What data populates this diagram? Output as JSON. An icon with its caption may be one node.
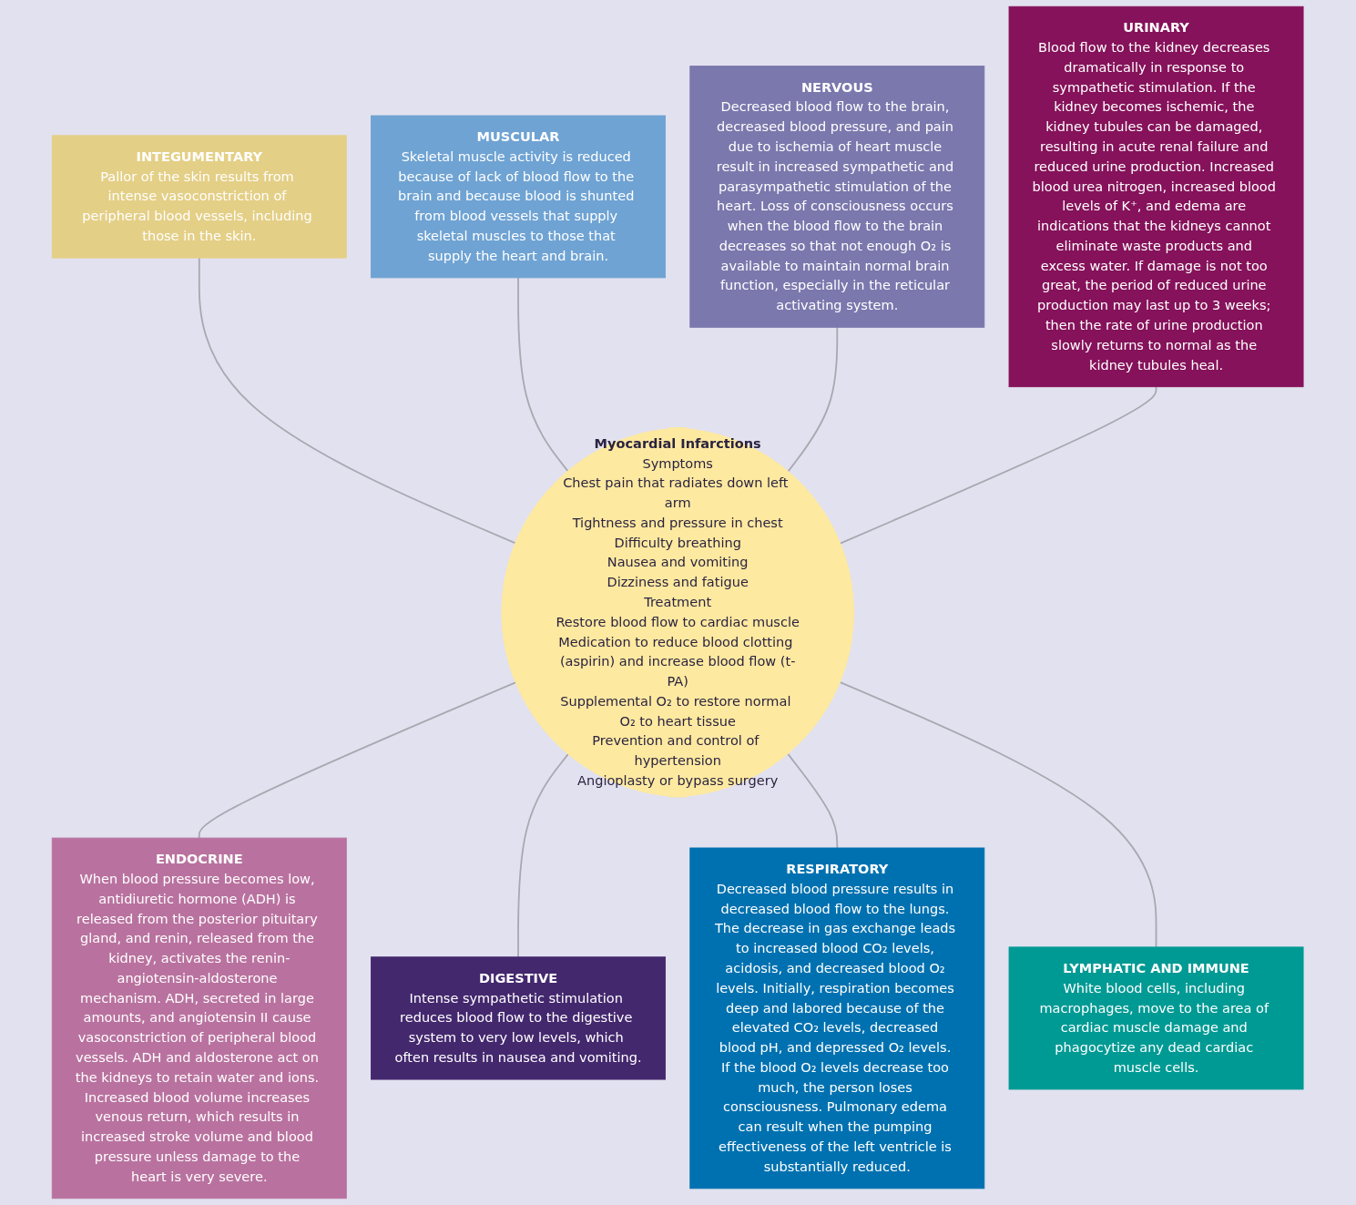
{
  "diagram": {
    "nodes": [
      {
        "text": [
          "MUSCULAR",
          "Skeletal muscle activity is reduced because of lack of blood flow to the brain and because blood is shunted from blood vessels that supply skeletal muscles to those that supply the heart and brain."
        ]
      },
      {
        "text": [
          "INTEGUMENTARY",
          "Pallor of the skin results from intense vasoconstriction of peripheral blood vessels, including those in the skin."
        ]
      },
      {
        "text": [
          "NERVOUS",
          "Decreased blood flow to the brain, decreased blood pressure, and pain due to ischemia of heart muscle result in increased sympathetic and parasympathetic stimulation of the heart. Loss of consciousness occurs when the blood flow to the brain decreases so that not enough O₂ is available to maintain normal brain function, especially in the reticular activating system."
        ]
      },
      {
        "text": [
          "URINARY",
          "Blood flow to the kidney decreases dramatically in response to sympathetic stimulation. If the kidney becomes ischemic, the kidney tubules can be damaged, resulting in acute renal failure and reduced urine production. Increased blood urea nitrogen, increased blood levels of K⁺, and edema are indications that the kidneys cannot eliminate waste products and excess water. If damage is not too great, the period of reduced urine production may last up to 3 weeks; then the rate of urine production slowly returns to normal as the kidney tubules heal."
        ]
      },
      {
        "text": [
          "Myocardial Infarctions",
          "Symptoms",
          "Chest pain that radiates down left arm",
          "Tightness and pressure in chest",
          "Difficulty breathing",
          "Nausea and vomiting",
          "Dizziness and fatigue",
          "Treatment",
          "Restore blood flow to cardiac muscle",
          "Medication to reduce blood clotting (aspirin) and increase blood flow (t-PA)",
          "Supplemental O₂ to restore normal O₂ to heart tissue",
          "Prevention and control of hypertension",
          "Angioplasty or bypass surgery"
        ]
      },
      {
        "text": [
          "ENDOCRINE",
          "When blood pressure becomes low, antidiuretic hormone (ADH) is released from the posterior pituitary gland, and renin, released from the kidney, activates the renin-angiotensin-aldosterone mechanism. ADH, secreted in large amounts, and angiotensin II cause vasoconstriction of peripheral blood vessels. ADH and aldosterone act on the kidneys to retain water and ions. Increased blood volume increases venous return, which results in increased stroke volume and blood pressure unless damage to the heart is very severe."
        ]
      },
      {
        "text": [
          "DIGESTIVE",
          "Intense sympathetic stimulation reduces blood flow to the digestive system to very low levels, which often results in nausea and vomiting."
        ]
      },
      {
        "text": [
          "LYMPHATIC AND IMMUNE",
          "White blood cells, including macrophages, move to the area of cardiac muscle damage and phagocytize any dead cardiac muscle cells."
        ]
      },
      {
        "text": [
          "RESPIRATORY",
          "Decreased blood pressure results in decreased blood flow to the lungs. The decrease in gas exchange leads to increased blood CO₂ levels, acidosis, and decreased blood O₂ levels. Initially, respiration becomes deep and labored because of the elevated CO₂ levels, decreased blood pH, and depressed O₂ levels. If the blood O₂ levels decrease too much, the person loses consciousness. Pulmonary edema can result when the pumping effectiveness of the left ventricle is substantially reduced."
        ]
      }
    ],
    "edges": [
      {
        "from": 1,
        "to": 4,
        "arrow": "none"
      },
      {
        "from": 0,
        "to": 4,
        "arrow": "none"
      },
      {
        "from": 2,
        "to": 4,
        "arrow": "none"
      },
      {
        "from": 3,
        "to": 4,
        "arrow": "none"
      },
      {
        "from": 4,
        "to": 5,
        "arrow": "none"
      },
      {
        "from": 4,
        "to": 6,
        "arrow": "none"
      },
      {
        "from": 4,
        "to": 8,
        "arrow": "none"
      },
      {
        "from": 4,
        "to": 7,
        "arrow": "none"
      }
    ]
  }
}
